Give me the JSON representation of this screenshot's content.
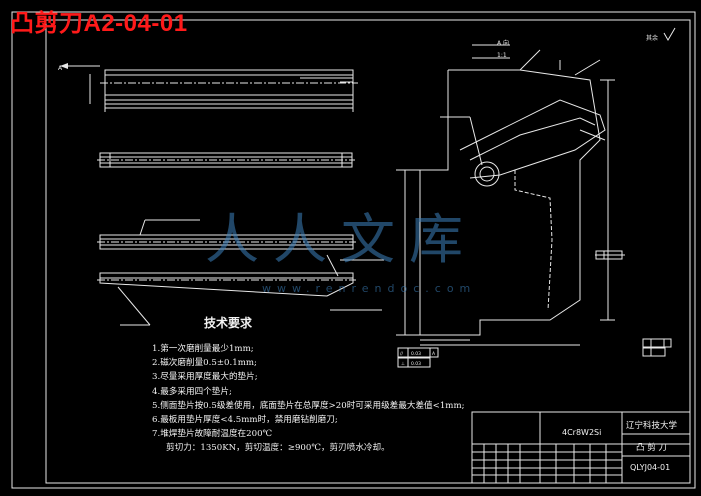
{
  "overlay_title": "凸剪刀A2-04-01",
  "view": {
    "label": "A 向",
    "scale": "1:1",
    "arrow_letter": "A"
  },
  "roughness_label": "其余",
  "notes": {
    "heading": "技术要求",
    "items": [
      "1.第一次磨削量最少1mm;",
      "2.磁次磨削量0.5±0.1mm;",
      "3.尽量采用厚度最大的垫片;",
      "4.最多采用四个垫片;",
      "5.侧面垫片按0.5级差使用，底面垫片在总厚度>20时可采用级差最大差值<1mm;",
      "6.最板用垫片厚度<4.5mm时，禁用磨钻削磨刀;",
      "7.堆焊垫片故障耐温度在200℃",
      "剪切力：1350KN，剪切温度：≥900℃，剪刃喷水冷却。"
    ]
  },
  "title_block": {
    "material": "4Cr8W2Si",
    "school": "辽宁科技大学",
    "part_name": "凸 剪 刀",
    "drawing_no": "QLYJ04-01"
  },
  "tolerance_frames": [
    {
      "symbol": "//",
      "value": "0.03",
      "datum": "A"
    },
    {
      "symbol": "⊥",
      "value": "0.03",
      "datum": ""
    }
  ],
  "watermark": {
    "brand": "人人文库",
    "url": "www.renrendoc.com"
  },
  "colors": {
    "background": "#000000",
    "lines": "#e8e8e8",
    "overlay": "#ff1a1a",
    "watermark": "#3c82be"
  }
}
